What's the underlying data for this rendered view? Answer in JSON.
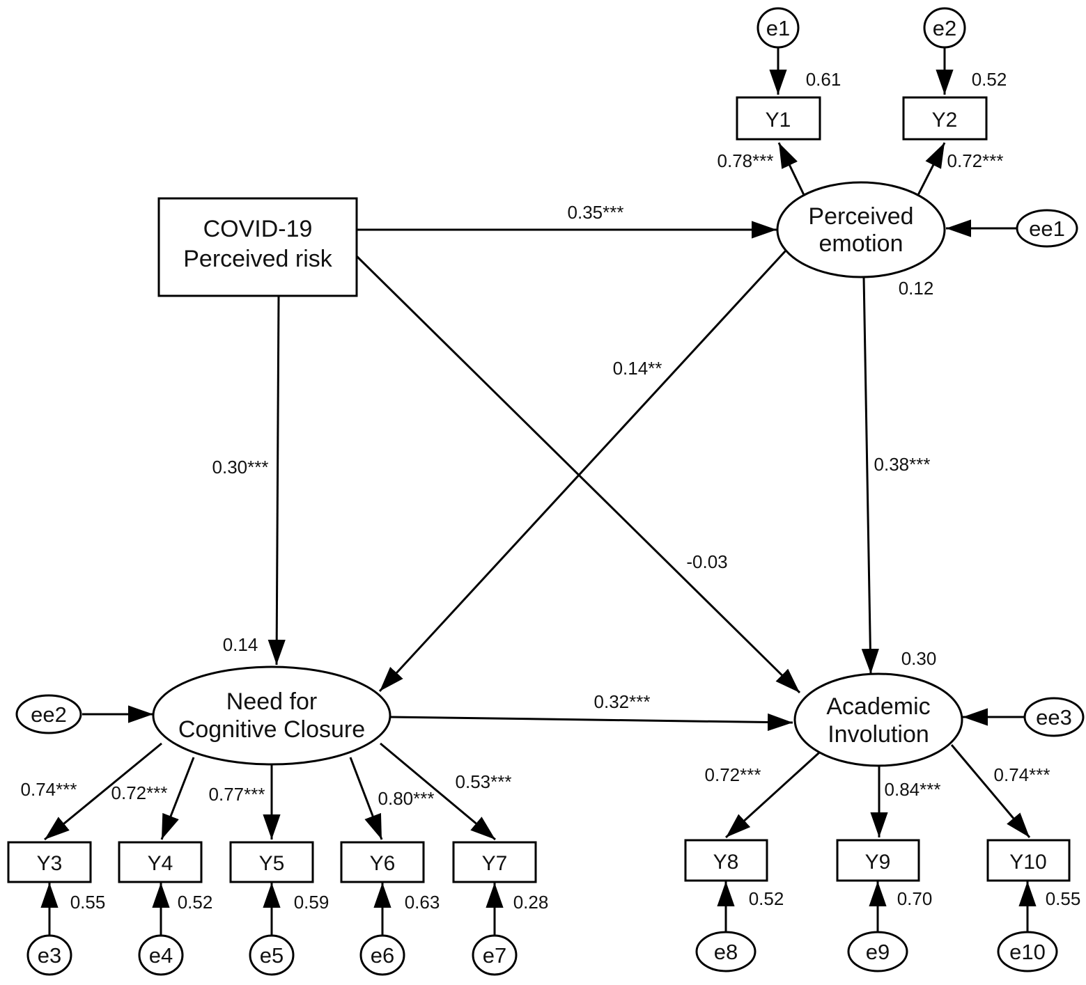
{
  "diagram": {
    "nodes": {
      "covid_risk": {
        "line1": "COVID-19",
        "line2": "Perceived risk"
      },
      "perceived_emotion": {
        "line1": "Perceived",
        "line2": "emotion"
      },
      "need_closure": {
        "line1": "Need for",
        "line2": "Cognitive Closure"
      },
      "academic_involution": {
        "line1": "Academic",
        "line2": "Involution"
      },
      "indicators": {
        "y1": "Y1",
        "y2": "Y2",
        "y3": "Y3",
        "y4": "Y4",
        "y5": "Y5",
        "y6": "Y6",
        "y7": "Y7",
        "y8": "Y8",
        "y9": "Y9",
        "y10": "Y10"
      },
      "errors": {
        "e1": "e1",
        "e2": "e2",
        "e3": "e3",
        "e4": "e4",
        "e5": "e5",
        "e6": "e6",
        "e7": "e7",
        "e8": "e8",
        "e9": "e9",
        "e10": "e10",
        "ee1": "ee1",
        "ee2": "ee2",
        "ee3": "ee3"
      }
    },
    "paths": {
      "risk_to_emotion": "0.35***",
      "risk_to_closure": "0.30***",
      "risk_to_involution": "-0.03",
      "emotion_to_closure": "0.14**",
      "emotion_to_involution": "0.38***",
      "closure_to_involution": "0.32***"
    },
    "r_squared": {
      "emotion": "0.12",
      "closure": "0.14",
      "involution": "0.30"
    },
    "loadings": {
      "y1": "0.78***",
      "y2": "0.72***",
      "y3": "0.74***",
      "y4": "0.72***",
      "y5": "0.77***",
      "y6": "0.80***",
      "y7": "0.53***",
      "y8": "0.72***",
      "y9": "0.84***",
      "y10": "0.74***"
    },
    "indicator_r2": {
      "y1": "0.61",
      "y2": "0.52",
      "y3": "0.55",
      "y4": "0.52",
      "y5": "0.59",
      "y6": "0.63",
      "y7": "0.28",
      "y8": "0.52",
      "y9": "0.70",
      "y10": "0.55"
    }
  }
}
